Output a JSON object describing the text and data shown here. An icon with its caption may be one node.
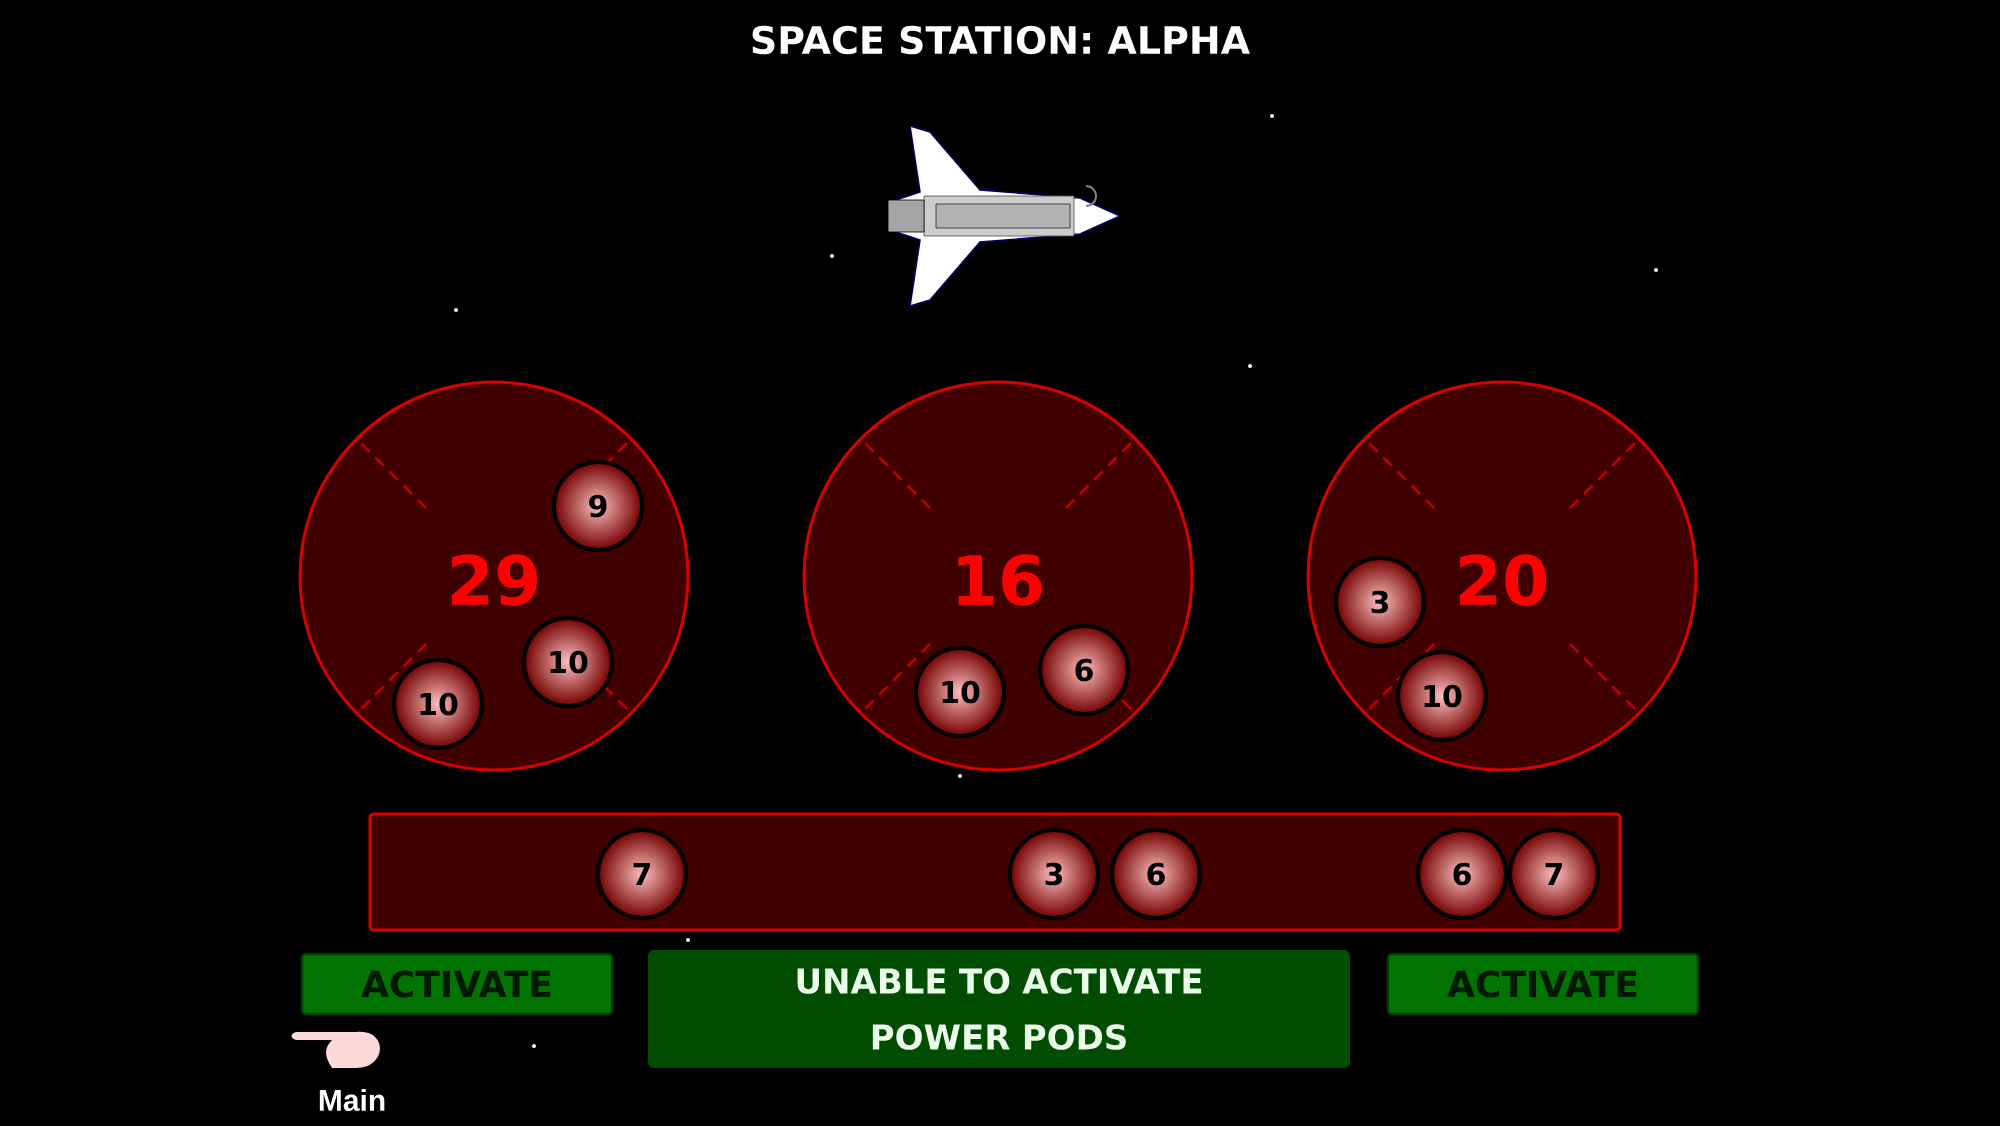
{
  "diagram": {
    "title": "SPACE STATION: ALPHA",
    "nodes": [
      {
        "text": [
          "29"
        ]
      },
      {
        "text": [
          "9"
        ],
        "in": 0
      },
      {
        "text": [
          "10"
        ],
        "in": 0
      },
      {
        "text": [
          "10"
        ],
        "in": 0
      },
      {
        "text": [
          "16"
        ]
      },
      {
        "text": [
          "10"
        ],
        "in": 4
      },
      {
        "text": [
          "6"
        ],
        "in": 4
      },
      {
        "text": [
          "20"
        ]
      },
      {
        "text": [
          "3"
        ],
        "in": 7
      },
      {
        "text": [
          "10"
        ],
        "in": 7
      },
      {
        "text": [],
        "shape": "bar"
      },
      {
        "text": [
          "7"
        ],
        "in": 10
      },
      {
        "text": [
          "3"
        ],
        "in": 10
      },
      {
        "text": [
          "6"
        ],
        "in": 10
      },
      {
        "text": [
          "6"
        ],
        "in": 10
      },
      {
        "text": [
          "7"
        ],
        "in": 10
      },
      {
        "text": [
          "ACTIVATE"
        ]
      },
      {
        "text": [
          "UNABLE TO ACTIVATE POWER PODS"
        ]
      },
      {
        "text": [
          "ACTIVATE"
        ]
      }
    ],
    "labels": [
      "Main"
    ]
  }
}
